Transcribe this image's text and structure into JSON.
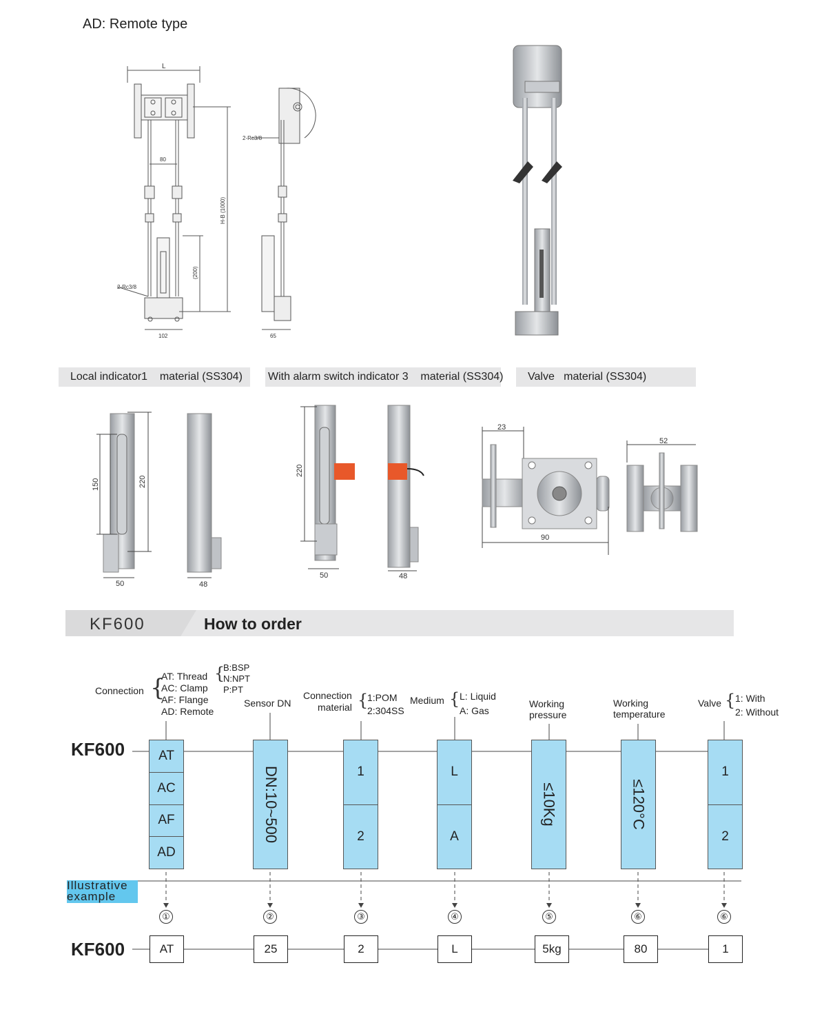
{
  "heading": "AD: Remote type",
  "drawing_labels": {
    "L": "L",
    "d80": "80",
    "h1000": "H-B (1000)",
    "h200": "(200)",
    "rc_left": "2-Rc3/8",
    "rc_right": "2-Rc3/8",
    "d102": "102",
    "d65": "65"
  },
  "captions": {
    "local": "Local indicator1    material (SS304)",
    "alarm": "With alarm switch indicator 3    material (SS304)",
    "valve": "Valve   material (SS304)"
  },
  "dims": {
    "local_150": "150",
    "local_220": "220",
    "local_50": "50",
    "local_48": "48",
    "alarm_220": "220",
    "alarm_50": "50",
    "alarm_48": "48",
    "valve_23": "23",
    "valve_90": "90",
    "valve_52": "52"
  },
  "order": {
    "model": "KF600",
    "title": "How to order",
    "connection": {
      "label": "Connection",
      "options": [
        "AT:  Thread",
        "AC: Clamp",
        "AF:  Flange",
        "AD: Remote"
      ],
      "thread_options": [
        "B:BSP",
        "N:NPT",
        "P:PT"
      ],
      "codes": [
        "AT",
        "AC",
        "AF",
        "AD"
      ]
    },
    "sensor": {
      "label": "Sensor DN",
      "value": "DN:10~500"
    },
    "conn_material": {
      "label1": "Connection",
      "label2": "material",
      "options": [
        "1:POM",
        "2:304SS"
      ],
      "codes": [
        "1",
        "2"
      ]
    },
    "medium": {
      "label": "Medium",
      "options": [
        "L:  Liquid",
        "A: Gas"
      ],
      "codes": [
        "L",
        "A"
      ]
    },
    "pressure": {
      "label1": "Working",
      "label2": "pressure",
      "value": "≤10Kg"
    },
    "temperature": {
      "label1": "Working",
      "label2": "temperature",
      "value": "≤120°C"
    },
    "valve": {
      "label": "Valve",
      "options": [
        "1:  With",
        "2: Without"
      ],
      "codes": [
        "1",
        "2"
      ]
    },
    "illustrative": "Illustrative\nexample",
    "markers": [
      "①",
      "②",
      "③",
      "④",
      "⑤",
      "⑥",
      "⑥"
    ],
    "example_model": "KF600",
    "example_values": [
      "AT",
      "25",
      "2",
      "L",
      "5kg",
      "80",
      "1"
    ]
  },
  "colors": {
    "cyan": "#a6dcf3",
    "highlight": "#63c7ee",
    "caption_bg": "#e6e6e7"
  }
}
